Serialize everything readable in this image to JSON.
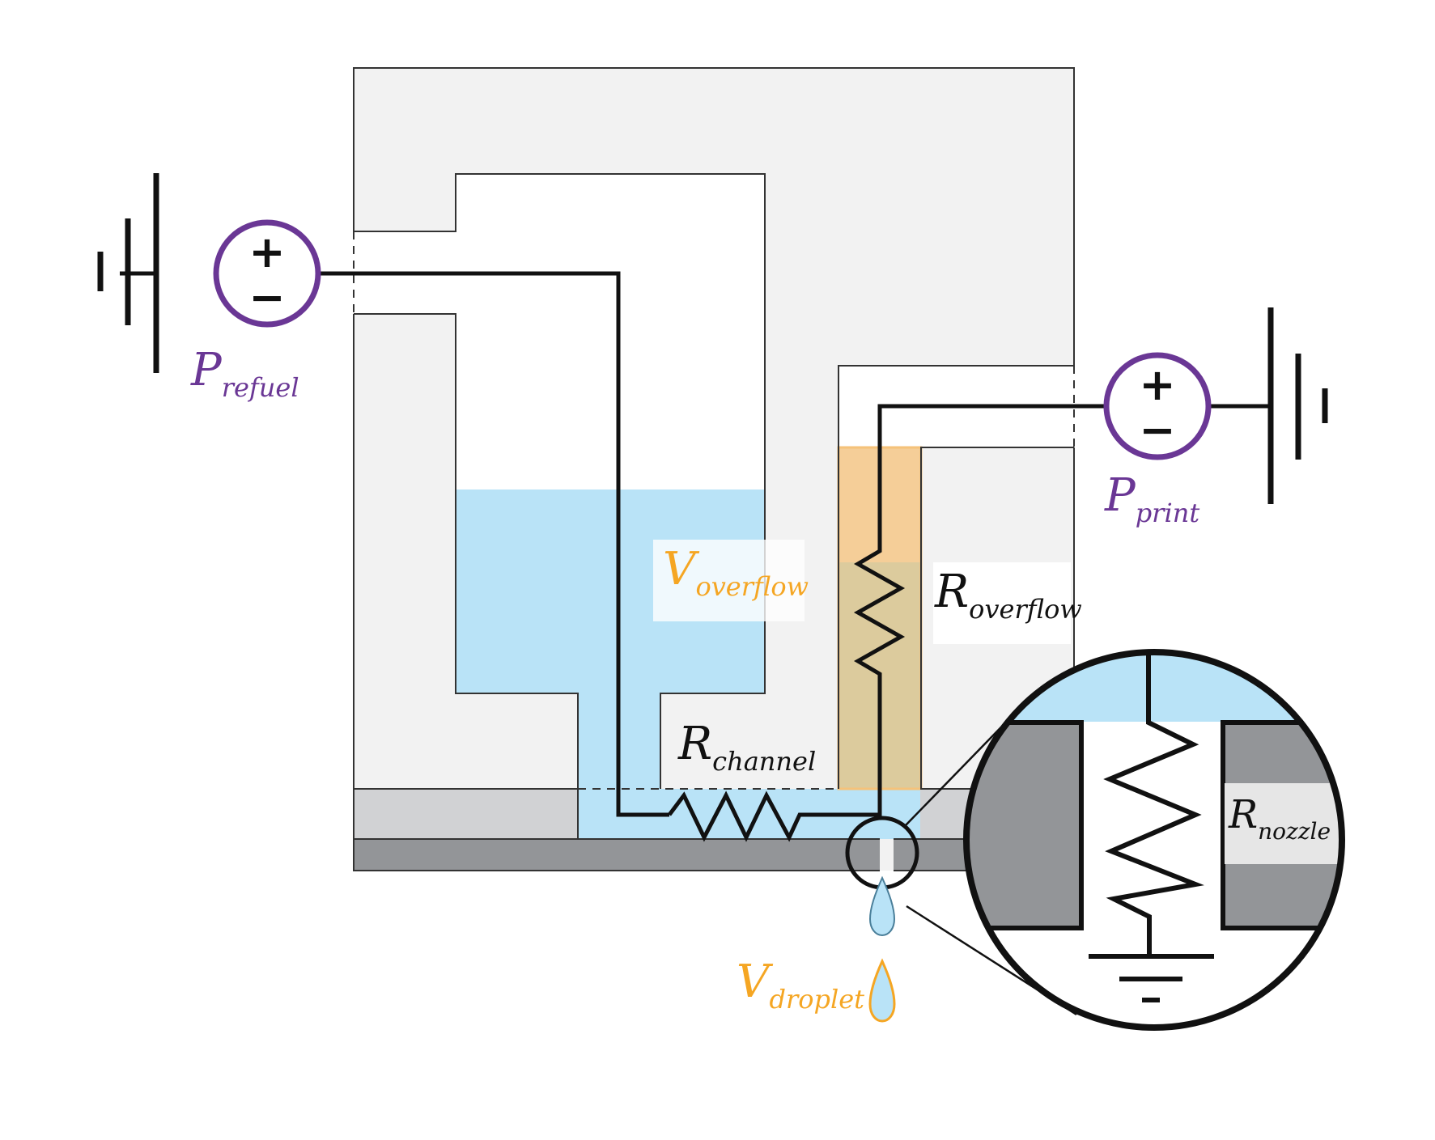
{
  "colors": {
    "body": "#f2f2f2",
    "outline": "#333333",
    "fluid": "#b9e3f7",
    "overflow_column": "#f5c27a",
    "overflow_column_lower": "#dccb9d",
    "layer_light": "#d1d2d4",
    "layer_dark": "#939598",
    "wire": "#111111",
    "source": "#6a3795",
    "volume_label": "#f5a623",
    "droplet": "#b9e3f7",
    "droplet_outline": "#4a7f9a"
  },
  "icons": {
    "source": "plus-minus-circle",
    "ground": "ground-symbol",
    "resistor": "zigzag-resistor",
    "droplet": "teardrop",
    "magnifier": "zoom-circle"
  },
  "labels": {
    "p_refuel": {
      "main": "P",
      "sub": "refuel"
    },
    "p_print": {
      "main": "P",
      "sub": "print"
    },
    "v_overflow": {
      "main": "V",
      "sub": "overflow"
    },
    "r_overflow": {
      "main": "R",
      "sub": "overflow"
    },
    "r_channel": {
      "main": "R",
      "sub": "channel"
    },
    "r_nozzle": {
      "main": "R",
      "sub": "nozzle"
    },
    "v_droplet": {
      "main": "V",
      "sub": "droplet"
    }
  },
  "symbols": {
    "plus": "+",
    "minus": "−"
  }
}
